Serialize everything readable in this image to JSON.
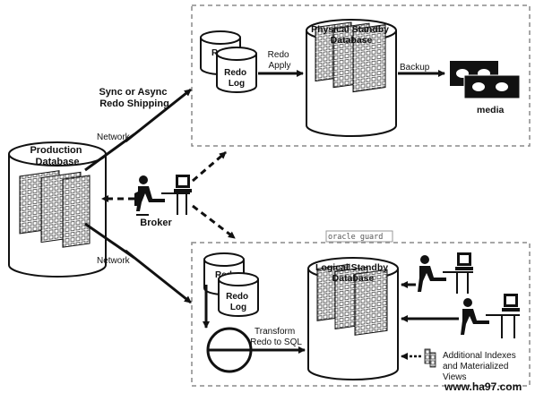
{
  "labels": {
    "production_db": [
      "Production",
      "Database"
    ],
    "sync_async": [
      "Sync or Async",
      "Redo Shipping"
    ],
    "network_top": "Network",
    "network_bottom": "Network",
    "broker": "Broker",
    "redo_back_top": "Redo",
    "redo_log_top": [
      "Redo",
      "Log"
    ],
    "redo_apply": [
      "Redo",
      "Apply"
    ],
    "physical_standby": [
      "Physical Standby",
      "Database"
    ],
    "backup": "Backup",
    "media": "media",
    "redo_back_bottom": "Redo",
    "redo_log_bottom": [
      "Redo",
      "Log"
    ],
    "transform": [
      "Transform",
      "Redo to SQL"
    ],
    "logical_standby": [
      "Logical Standby",
      "Database"
    ],
    "additional": [
      "Additional Indexes",
      "and Materialized",
      "Views"
    ],
    "watermark": "oracle guard",
    "site": "www.ha97.com"
  },
  "colors": {
    "stroke": "#111111",
    "dash_box": "#8a8a8a",
    "site_text": "#1a1acc",
    "watermark_border": "#9a9a9a"
  }
}
